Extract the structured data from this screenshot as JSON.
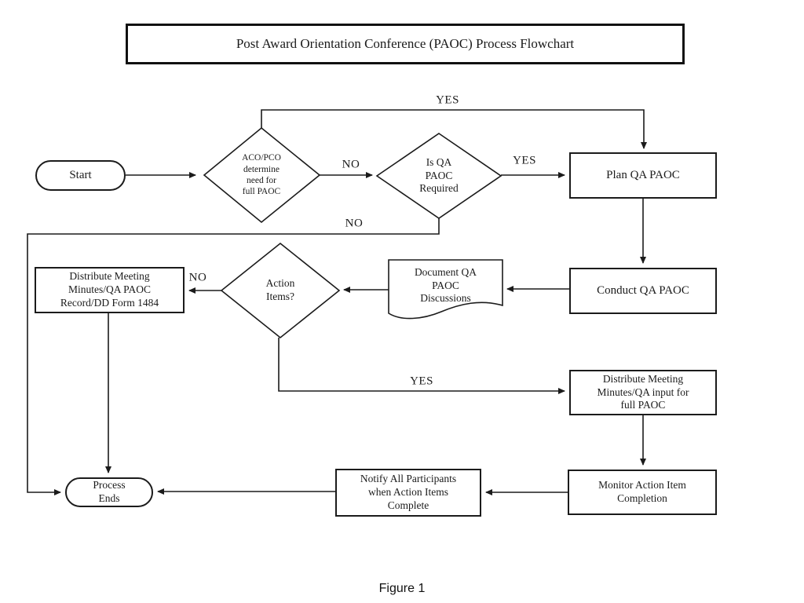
{
  "title": "Post Award Orientation Conference (PAOC) Process Flowchart",
  "figure_caption": "Figure 1",
  "colors": {
    "stroke": "#1b1b1b",
    "background": "#ffffff"
  },
  "nodes": {
    "start": {
      "type": "terminator",
      "label": "Start"
    },
    "aco_pco": {
      "type": "decision",
      "label": "ACO/PCO\ndetermine\nneed for\nfull PAOC"
    },
    "is_qa_required": {
      "type": "decision",
      "label": "Is QA\nPAOC\nRequired"
    },
    "plan_qa_paoc": {
      "type": "process",
      "label": "Plan QA PAOC"
    },
    "conduct_qa_paoc": {
      "type": "process",
      "label": "Conduct QA PAOC"
    },
    "document_discussions": {
      "type": "document",
      "label": "Document QA\nPAOC\nDiscussions"
    },
    "action_items": {
      "type": "decision",
      "label": "Action\nItems?"
    },
    "distribute_record": {
      "type": "process",
      "label": "Distribute Meeting\nMinutes/QA PAOC\nRecord/DD Form 1484"
    },
    "distribute_input": {
      "type": "process",
      "label": "Distribute Meeting\nMinutes/QA input for\nfull PAOC"
    },
    "monitor_completion": {
      "type": "process",
      "label": "Monitor Action Item\nCompletion"
    },
    "notify_participants": {
      "type": "process",
      "label": "Notify All Participants\nwhen Action Items\nComplete"
    },
    "process_ends": {
      "type": "terminator",
      "label": "Process\nEnds"
    }
  },
  "edge_labels": {
    "aco_yes": "YES",
    "aco_no": "NO",
    "qa_yes": "YES",
    "qa_no": "NO",
    "action_no": "NO",
    "action_yes": "YES"
  }
}
